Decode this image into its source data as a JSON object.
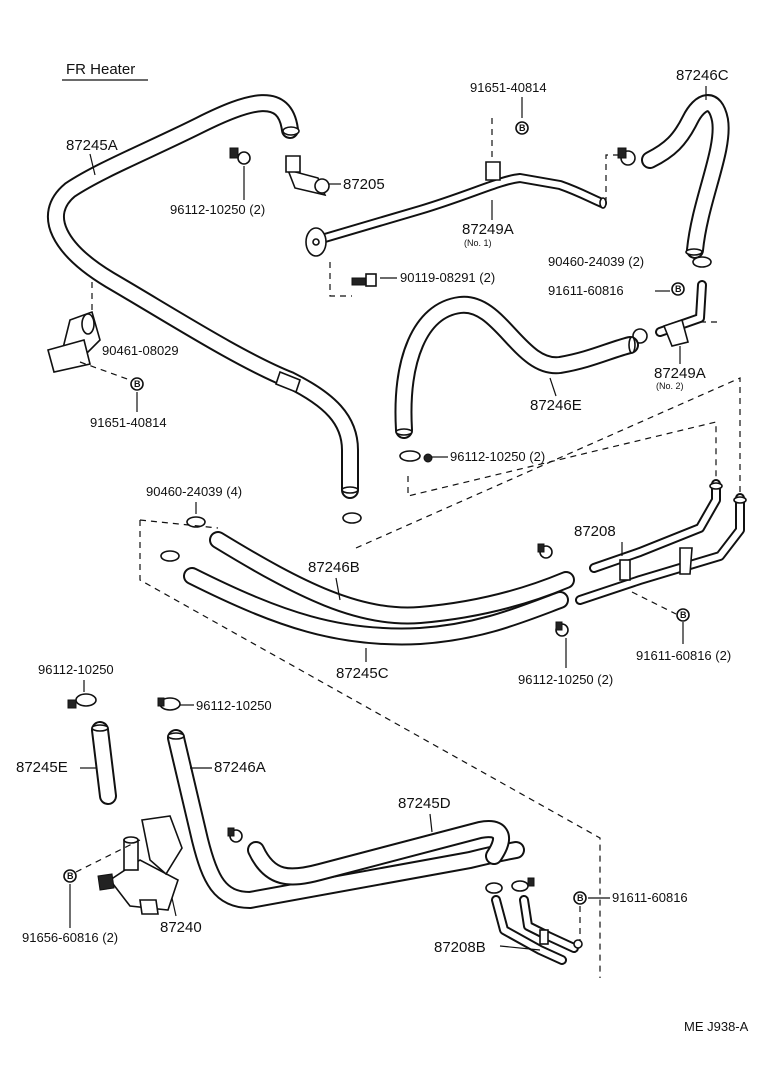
{
  "title": "FR Heater",
  "diagram_code": "ME J938-A",
  "labels": {
    "p87245A": "87245A",
    "p87205": "87205",
    "p96112_top": "96112-10250 (2)",
    "p91651_top": "91651-40814",
    "p87249A_1": "87249A",
    "p87249A_1_note": "(No. 1)",
    "p87246C": "87246C",
    "p90119": "90119-08291 (2)",
    "p90460_r": "90460-24039 (2)",
    "p91611_r": "91611-60816",
    "p90461": "90461-08029",
    "p91651_l": "91651-40814",
    "p87249A_2": "87249A",
    "p87249A_2_note": "(No. 2)",
    "p87246E": "87246E",
    "p96112_mid": "96112-10250 (2)",
    "p90460_l": "90460-24039 (4)",
    "p87208": "87208",
    "p87246B": "87246B",
    "p91611_mid": "91611-60816 (2)",
    "p87245C": "87245C",
    "p96112_lower": "96112-10250 (2)",
    "p96112_a": "96112-10250",
    "p96112_b": "96112-10250",
    "p87245E": "87245E",
    "p87246A": "87246A",
    "p87245D": "87245D",
    "p91611_bot": "91611-60816",
    "p87240": "87240",
    "p87208B": "87208B",
    "p91656": "91656-60816 (2)",
    "bolt_mark": "B"
  }
}
